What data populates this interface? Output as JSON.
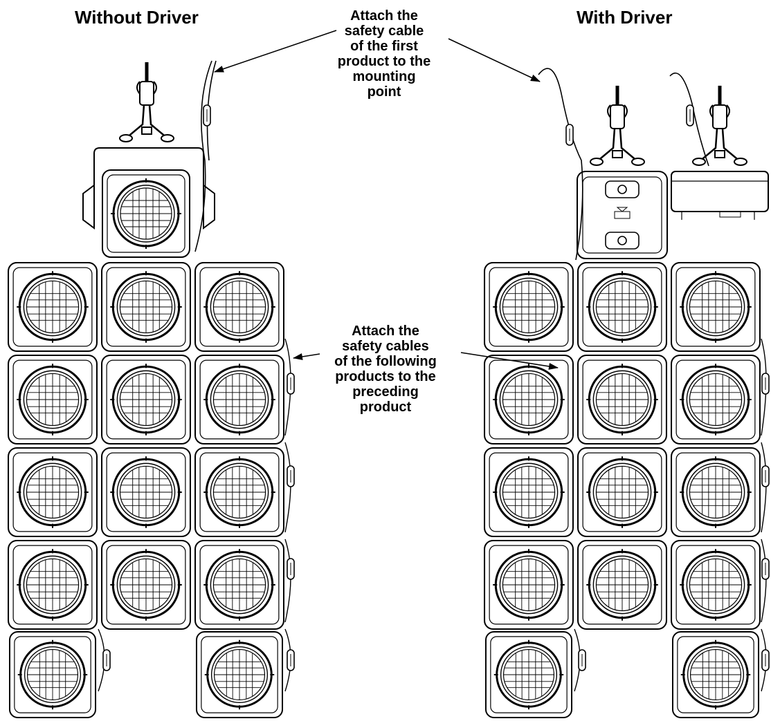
{
  "titles": {
    "left": "Without Driver",
    "right": "With Driver"
  },
  "callouts": {
    "top": "Attach the\nsafety cable\nof the first\nproduct to the\nmounting\npoint",
    "middle": "Attach the\nsafety cables\nof the following\nproducts to the\npreceding\nproduct"
  },
  "icons": [
    "fixture-panel-icon",
    "mounting-clamp-icon",
    "safety-cable-icon",
    "driver-box-icon",
    "carabiner-icon",
    "arrow-icon"
  ],
  "colors": {
    "line": "#000000",
    "background": "#ffffff"
  }
}
